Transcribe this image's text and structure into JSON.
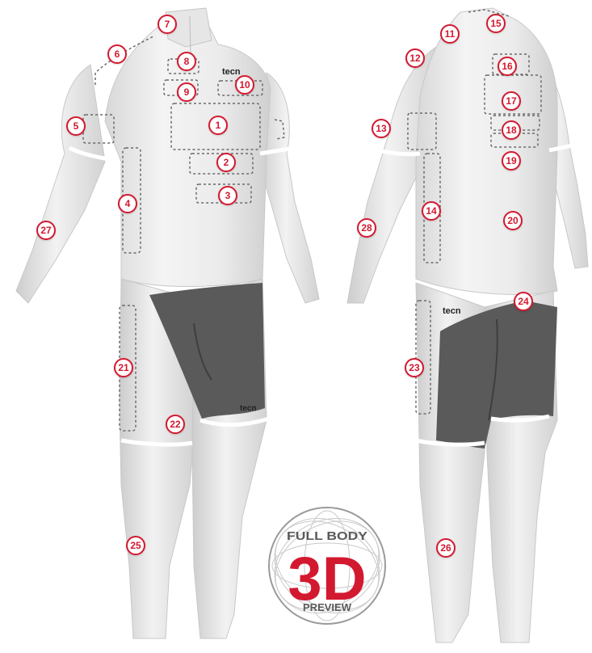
{
  "colors": {
    "accent": "#d3192f",
    "garment": "#efefef",
    "shadow": "#cfcfcf",
    "shorts_panel": "#5a5a5a",
    "band": "#ffffff"
  },
  "brand": {
    "logo_text": "tecn"
  },
  "markers": [
    "1",
    "2",
    "3",
    "4",
    "5",
    "6",
    "7",
    "8",
    "9",
    "10",
    "11",
    "12",
    "13",
    "14",
    "15",
    "16",
    "17",
    "18",
    "19",
    "20",
    "21",
    "22",
    "23",
    "24",
    "25",
    "26",
    "27",
    "28"
  ],
  "badge": {
    "top": "FULL BODY",
    "main": "3D",
    "bottom": "PREVIEW"
  }
}
